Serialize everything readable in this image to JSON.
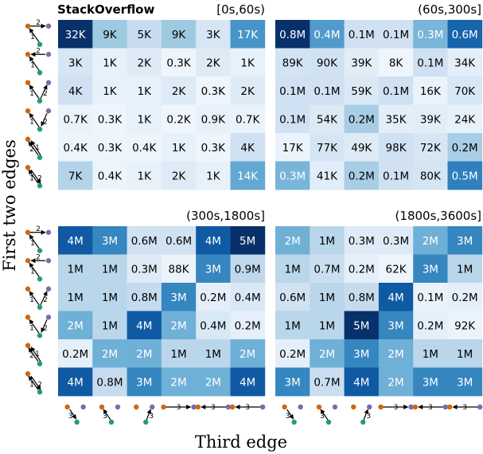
{
  "chart_data": {
    "type": "heatmap",
    "title": "StackOverflow",
    "xlabel": "Third edge",
    "ylabel": "First two edges",
    "colormap": "Blues",
    "colors": {
      "node_orange": "#d1660f",
      "node_purple": "#7a6bb0",
      "node_green": "#1f9e75"
    },
    "panels": [
      {
        "title": "[0s,60s)",
        "labels": [
          [
            "32K",
            "9K",
            "5K",
            "9K",
            "3K",
            "17K"
          ],
          [
            "3K",
            "1K",
            "2K",
            "0.3K",
            "2K",
            "1K"
          ],
          [
            "4K",
            "1K",
            "1K",
            "2K",
            "0.3K",
            "2K"
          ],
          [
            "0.7K",
            "0.3K",
            "1K",
            "0.2K",
            "0.9K",
            "0.7K"
          ],
          [
            "0.4K",
            "0.3K",
            "0.4K",
            "1K",
            "0.3K",
            "4K"
          ],
          [
            "7K",
            "0.4K",
            "1K",
            "2K",
            "1K",
            "14K"
          ]
        ],
        "values": [
          [
            32000,
            9000,
            5000,
            9000,
            3000,
            17000
          ],
          [
            3000,
            1000,
            2000,
            300,
            2000,
            1000
          ],
          [
            4000,
            1000,
            1000,
            2000,
            300,
            2000
          ],
          [
            700,
            300,
            1000,
            200,
            900,
            700
          ],
          [
            400,
            300,
            400,
            1000,
            300,
            4000
          ],
          [
            7000,
            400,
            1000,
            2000,
            1000,
            14000
          ]
        ]
      },
      {
        "title": "(60s,300s]",
        "labels": [
          [
            "0.8M",
            "0.4M",
            "0.1M",
            "0.1M",
            "0.3M",
            "0.6M"
          ],
          [
            "89K",
            "90K",
            "39K",
            "8K",
            "0.1M",
            "34K"
          ],
          [
            "0.1M",
            "0.1M",
            "59K",
            "0.1M",
            "16K",
            "70K"
          ],
          [
            "0.1M",
            "54K",
            "0.2M",
            "35K",
            "39K",
            "24K"
          ],
          [
            "17K",
            "77K",
            "49K",
            "98K",
            "72K",
            "0.2M"
          ],
          [
            "0.3M",
            "41K",
            "0.2M",
            "0.1M",
            "80K",
            "0.5M"
          ]
        ],
        "values": [
          [
            800000,
            400000,
            100000,
            100000,
            300000,
            600000
          ],
          [
            89000,
            90000,
            39000,
            8000,
            100000,
            34000
          ],
          [
            100000,
            100000,
            59000,
            100000,
            16000,
            70000
          ],
          [
            100000,
            54000,
            200000,
            35000,
            39000,
            24000
          ],
          [
            17000,
            77000,
            49000,
            98000,
            72000,
            200000
          ],
          [
            300000,
            41000,
            200000,
            100000,
            80000,
            500000
          ]
        ]
      },
      {
        "title": "(300s,1800s]",
        "labels": [
          [
            "4M",
            "3M",
            "0.6M",
            "0.6M",
            "4M",
            "5M"
          ],
          [
            "1M",
            "1M",
            "0.3M",
            "88K",
            "3M",
            "0.9M"
          ],
          [
            "1M",
            "1M",
            "0.8M",
            "3M",
            "0.2M",
            "0.4M"
          ],
          [
            "2M",
            "1M",
            "4M",
            "2M",
            "0.4M",
            "0.2M"
          ],
          [
            "0.2M",
            "2M",
            "2M",
            "1M",
            "1M",
            "2M"
          ],
          [
            "4M",
            "0.8M",
            "3M",
            "2M",
            "2M",
            "4M"
          ]
        ],
        "values": [
          [
            4000000,
            3000000,
            600000,
            600000,
            4000000,
            5000000
          ],
          [
            1000000,
            1000000,
            300000,
            88000,
            3000000,
            900000
          ],
          [
            1000000,
            1000000,
            800000,
            3000000,
            200000,
            400000
          ],
          [
            2000000,
            1000000,
            4000000,
            2000000,
            400000,
            200000
          ],
          [
            200000,
            2000000,
            2000000,
            1000000,
            1000000,
            2000000
          ],
          [
            4000000,
            800000,
            3000000,
            2000000,
            2000000,
            4000000
          ]
        ]
      },
      {
        "title": "(1800s,3600s]",
        "labels": [
          [
            "2M",
            "1M",
            "0.3M",
            "0.3M",
            "2M",
            "3M"
          ],
          [
            "1M",
            "0.7M",
            "0.2M",
            "62K",
            "3M",
            "1M"
          ],
          [
            "0.6M",
            "1M",
            "0.8M",
            "4M",
            "0.1M",
            "0.2M"
          ],
          [
            "1M",
            "1M",
            "5M",
            "3M",
            "0.2M",
            "92K"
          ],
          [
            "0.2M",
            "2M",
            "3M",
            "2M",
            "1M",
            "1M"
          ],
          [
            "3M",
            "0.7M",
            "4M",
            "2M",
            "3M",
            "3M"
          ]
        ],
        "values": [
          [
            2000000,
            1000000,
            300000,
            300000,
            2000000,
            3000000
          ],
          [
            1000000,
            700000,
            200000,
            62000,
            3000000,
            1000000
          ],
          [
            600000,
            1000000,
            800000,
            4000000,
            100000,
            200000
          ],
          [
            1000000,
            1000000,
            5000000,
            3000000,
            200000,
            92000
          ],
          [
            200000,
            2000000,
            3000000,
            2000000,
            1000000,
            1000000
          ],
          [
            3000000,
            700000,
            4000000,
            2000000,
            3000000,
            3000000
          ]
        ]
      }
    ]
  }
}
